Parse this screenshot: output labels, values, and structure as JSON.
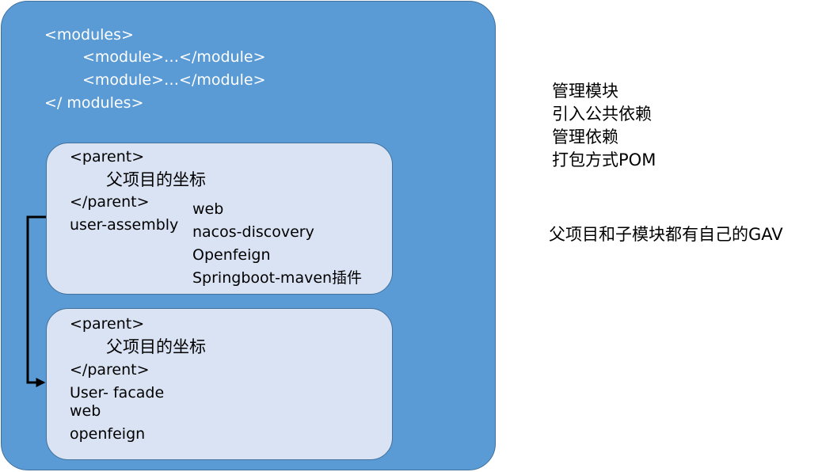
{
  "modules_block": {
    "open_tag": "<modules>",
    "module_1": "<module>…</module>",
    "module_2": "<module>…</module>",
    "close_tag": "</ modules>"
  },
  "assembly_card": {
    "parent_open": "<parent>",
    "parent_coords": "父项目的坐标",
    "parent_close": "</parent>",
    "name": "user-assembly",
    "deps": [
      "web",
      "nacos-discovery",
      "Openfeign",
      "Springboot-maven插件"
    ]
  },
  "facade_card": {
    "parent_open": "<parent>",
    "parent_coords": "父项目的坐标",
    "parent_close": "</parent>",
    "name": "User- facade",
    "deps": [
      "web",
      "openfeign"
    ]
  },
  "notes": {
    "parent_duties": [
      "管理模块",
      "引入公共依赖",
      "管理依赖",
      "打包方式POM"
    ],
    "gav_note": "父项目和子模块都有自己的GAV"
  },
  "colors": {
    "outer_fill": "#5b9bd5",
    "card_fill": "#dae3f3",
    "border": "#41719c",
    "arrow": "#000000"
  }
}
